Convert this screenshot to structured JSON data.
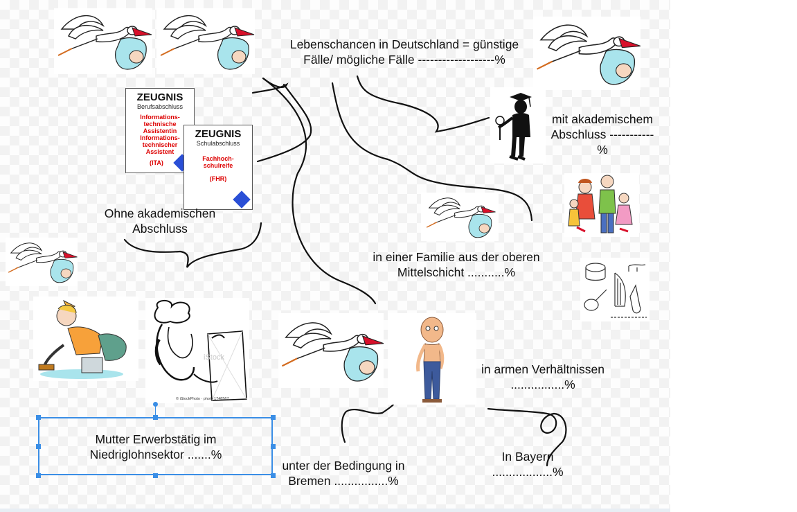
{
  "labels": {
    "chances": [
      "Lebenschancen in Deutschland = günstige",
      "Fälle/ mögliche Fälle -------------------%"
    ],
    "academic": [
      "mit akademischem",
      "Abschluss  -----------",
      "%"
    ],
    "no_academic": [
      "Ohne akademischen",
      "Abschluss"
    ],
    "family": [
      "in einer Familie aus der oberen",
      "Mittelschicht ...........%"
    ],
    "poor": [
      "in armen Verhältnissen",
      "................%"
    ],
    "mother": [
      "Mutter Erwerbstätig im",
      "Niedriglohnsektor .......%"
    ],
    "bremen": [
      "unter der Bedingung in",
      "Bremen ................%"
    ],
    "bayern": [
      "In Bayern",
      "..................%"
    ]
  },
  "certificates": {
    "vocational": {
      "title": "ZEUGNIS",
      "subtitle": "Berufsabschluss",
      "red_lines": [
        "Informations-",
        "technische",
        "Assistentin",
        "Informations-",
        "technischer",
        "Assistent"
      ],
      "abbr": "(ITA)"
    },
    "school": {
      "title": "ZEUGNIS",
      "subtitle": "Schulabschluss",
      "red_lines": [
        "Fachhoch-",
        "schulreife"
      ],
      "abbr": "(FHR)"
    }
  },
  "watermark": "iStock",
  "credit": "© iStockPhoto · photo 1748567",
  "colors": {
    "selection": "#3a8ee6",
    "bundle": "#a9e4ec",
    "beak": "#d8102a",
    "cert_red": "#d00000"
  }
}
